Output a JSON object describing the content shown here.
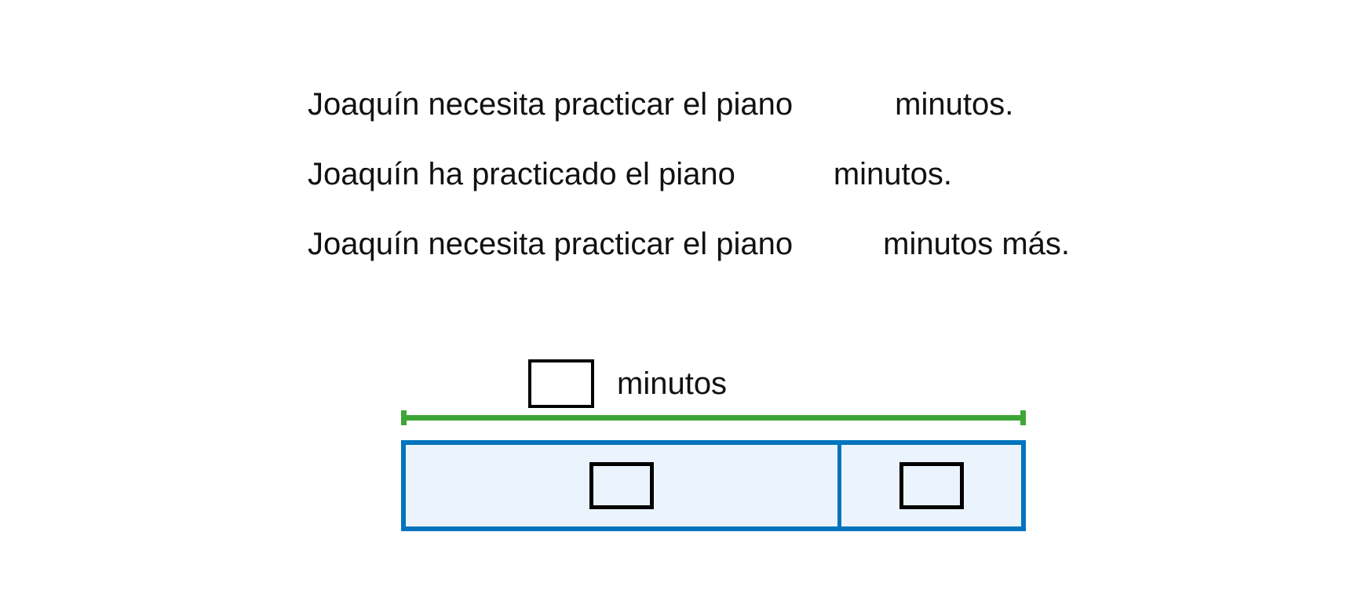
{
  "exercise": {
    "sentences": [
      {
        "prefix": "Joaquín necesita practicar el piano",
        "blank_value": "",
        "suffix": "minutos."
      },
      {
        "prefix": "Joaquín ha practicado el piano",
        "blank_value": "",
        "suffix": "minutos."
      },
      {
        "prefix": "Joaquín necesita practicar el piano",
        "blank_value": "",
        "suffix": "minutos más."
      }
    ]
  },
  "diagram": {
    "total_label": "minutos",
    "total_box_value": "",
    "practiced_box_value": "",
    "remaining_box_value": "",
    "colors": {
      "tape_border": "#0074bd",
      "tape_fill": "#ebf4fc",
      "bracket": "#3ea637",
      "box_border": "#000000",
      "text": "#111111"
    }
  }
}
